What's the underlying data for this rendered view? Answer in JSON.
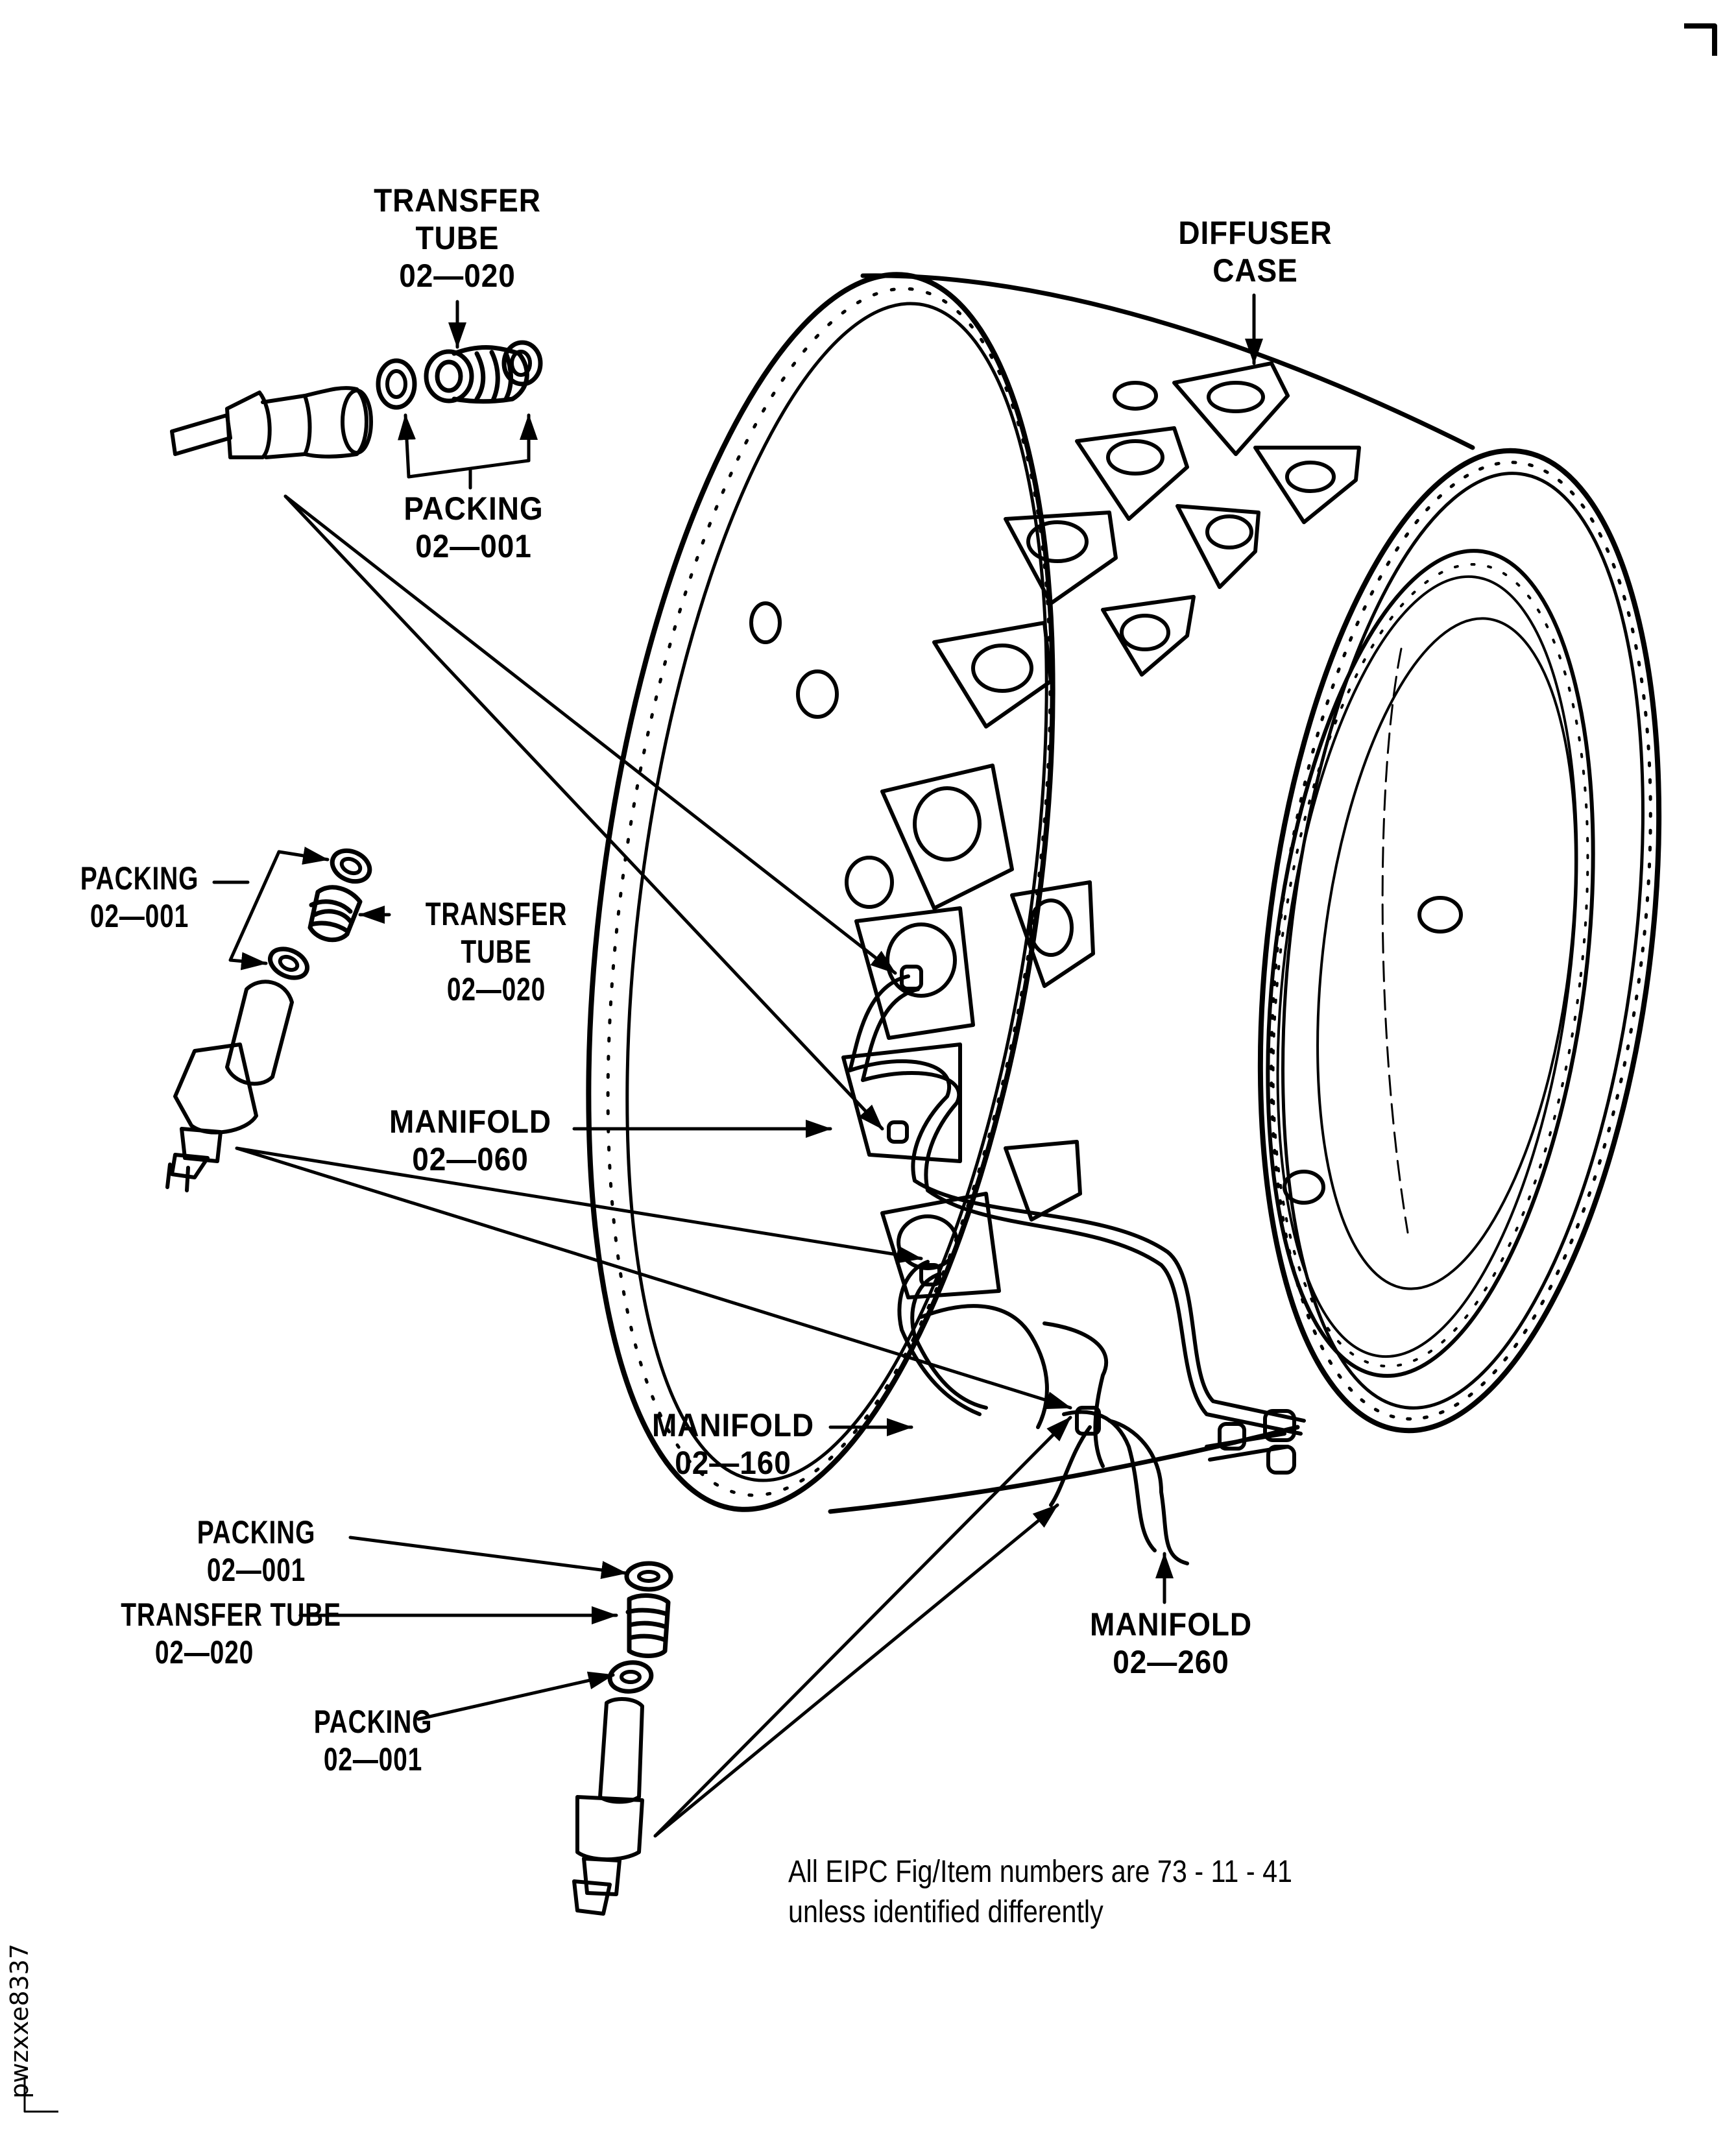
{
  "figure": {
    "document_id": "pwzxxe8337",
    "note": {
      "line1": "All EIPC Fig/Item numbers are 73 - 11 - 41",
      "line2": "unless identified differently"
    },
    "labels": [
      {
        "id": "transfer-tube-top",
        "name": "TRANSFER",
        "name2": "TUBE",
        "item": "02—020"
      },
      {
        "id": "packing-top",
        "name": "PACKING",
        "item": "02—001"
      },
      {
        "id": "diffuser-case",
        "name": "DIFFUSER",
        "name2": "CASE"
      },
      {
        "id": "packing-mid",
        "name": "PACKING",
        "item": "02—001"
      },
      {
        "id": "transfer-tube-mid",
        "name": "TRANSFER",
        "name2": "TUBE",
        "item": "02—020"
      },
      {
        "id": "manifold-060",
        "name": "MANIFOLD",
        "item": "02—060"
      },
      {
        "id": "manifold-160",
        "name": "MANIFOLD",
        "item": "02—160"
      },
      {
        "id": "manifold-260",
        "name": "MANIFOLD",
        "item": "02—260"
      },
      {
        "id": "packing-bottom-upper",
        "name": "PACKING",
        "item": "02—001"
      },
      {
        "id": "transfer-tube-bottom",
        "name": "TRANSFER TUBE",
        "item": "02—020"
      },
      {
        "id": "packing-bottom-lower",
        "name": "PACKING",
        "item": "02—001"
      }
    ]
  },
  "parts_list": [
    {
      "item": "02-001",
      "name": "PACKING"
    },
    {
      "item": "02-020",
      "name": "TRANSFER TUBE"
    },
    {
      "item": "02-060",
      "name": "MANIFOLD"
    },
    {
      "item": "02-160",
      "name": "MANIFOLD"
    },
    {
      "item": "02-260",
      "name": "MANIFOLD"
    },
    {
      "item": "",
      "name": "DIFFUSER CASE"
    }
  ]
}
